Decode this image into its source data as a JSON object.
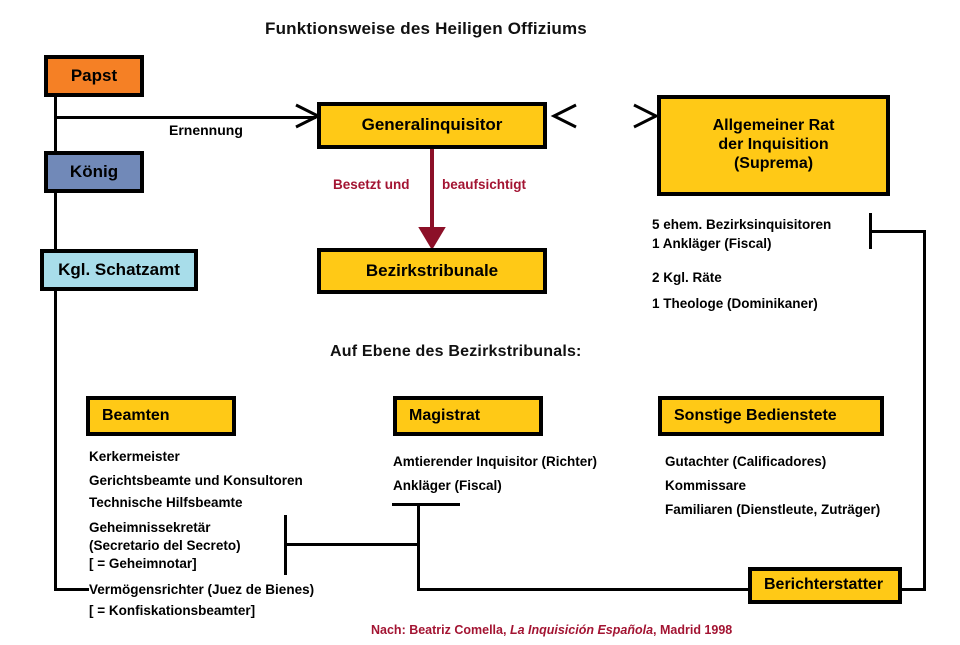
{
  "page": {
    "title": "Funktionsweise des Heiligen Offiziums",
    "section_heading": "Auf Ebene des Bezirkstribunals:",
    "citation_prefix": "Nach: Beatriz Comella, ",
    "citation_italic": "La Inquisición Española",
    "citation_suffix": ", Madrid 1998"
  },
  "colors": {
    "yellow": "#FFC916",
    "orange": "#F58025",
    "blue": "#7189B8",
    "cyan": "#A8DDEA",
    "red": "#A31432",
    "dark_red_line": "#8C1028",
    "outline": "#000000",
    "background": "#FFFFFF"
  },
  "boxes": {
    "papst": "Papst",
    "koenig": "König",
    "schatzamt": "Kgl. Schatzamt",
    "generalinquisitor": "Generalinquisitor",
    "bezirkstribunale": "Bezirkstribunale",
    "suprema_line1": "Allgemeiner Rat",
    "suprema_line2": "der Inquisition",
    "suprema_line3": "(Suprema)",
    "beamten": "Beamten",
    "magistrat": "Magistrat",
    "sonstige": "Sonstige Bedienstete",
    "berichterstatter": "Berichterstatter"
  },
  "edge_labels": {
    "ernennung": "Ernennung",
    "besetzt": "Besetzt und",
    "beaufsichtigt": "beaufsichtigt"
  },
  "suprema_members": [
    "5 ehem. Bezirksinquisitoren",
    "1 Ankläger (Fiscal)",
    "2 Kgl. Räte",
    "1 Theologe (Dominikaner)"
  ],
  "beamten_items": [
    "Kerkermeister",
    "Gerichtsbeamte und Konsultoren",
    "Technische Hilfsbeamte",
    "Geheimnissekretär",
    "(Secretario del Secreto)",
    "[ = Geheimnotar]",
    "Vermögensrichter (Juez de Bienes)",
    "[ = Konfiskationsbeamter]"
  ],
  "magistrat_items": [
    "Amtierender Inquisitor (Richter)",
    "Ankläger (Fiscal)"
  ],
  "sonstige_items": [
    "Gutachter (Calificadores)",
    "Kommissare",
    "Familiaren (Dienstleute, Zuträger)"
  ]
}
